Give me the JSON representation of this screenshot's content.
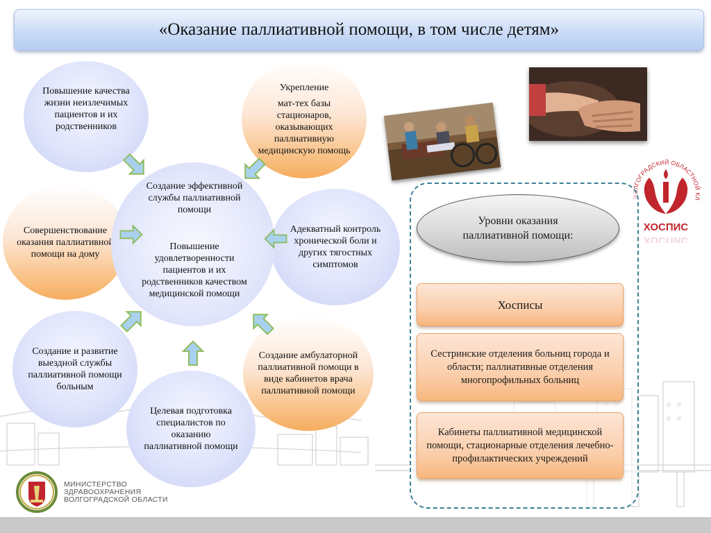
{
  "title": "«Оказание паллиативной помощи, в том числе детям»",
  "center": {
    "top_text": "Создание эффективной службы паллиативной помощи",
    "bottom_text": "Повышение удовлетворенности пациентов и их родственников качеством медицинской помощи"
  },
  "circles": {
    "quality_of_life": "Повышение качества жизни неизлечимых пациентов и их родственников",
    "material_base_title": "Укрепление",
    "material_base_body": "мат-тех базы стационаров, оказывающих паллиативную медицинскую помощь",
    "home_care": "Совершенствование оказания паллиативной помощи на дому",
    "pain_control": "Адекватный контроль хронической боли и других тягостных симптомов",
    "outreach_service": "Создание и развитие выездной службы паллиативной помощи больным",
    "specialist_training": "Целевая подготовка специалистов по оказанию паллиативной помощи",
    "outpatient_care": "Создание амбулаторной паллиативной помощи в виде кабинетов врача паллиативной помощи"
  },
  "levels": {
    "header": "Уровни оказания паллиативной помощи:",
    "items": [
      "Хосписы",
      "Сестринские отделения больниц города и области; паллиативные отделения многопрофильных больниц",
      "Кабинеты паллиативной медицинской помощи, стационарные отделения лечебно-профилактических учреждений"
    ]
  },
  "hospice_logo": {
    "arc_text": "ВОЛГОГРАДСКИЙ ОБЛАСТНОЙ КЛИНИЧЕСКИЙ",
    "name": "ХОСПИС"
  },
  "ministry": {
    "line1": "МИНИСТЕРСТВО",
    "line2": "ЗДРАВООХРАНЕНИЯ",
    "line3": "ВОЛГОГРАДСКОЙ ОБЛАСТИ"
  },
  "colors": {
    "title_gradient_top": "#eef4fd",
    "title_gradient_bottom": "#b6cdf1",
    "circle_blue": "#dfe4fb",
    "circle_orange": "#f9c389",
    "levels_border": "#3d7f98",
    "level_box": "#fbcfac",
    "logo_red": "#c0262c"
  }
}
